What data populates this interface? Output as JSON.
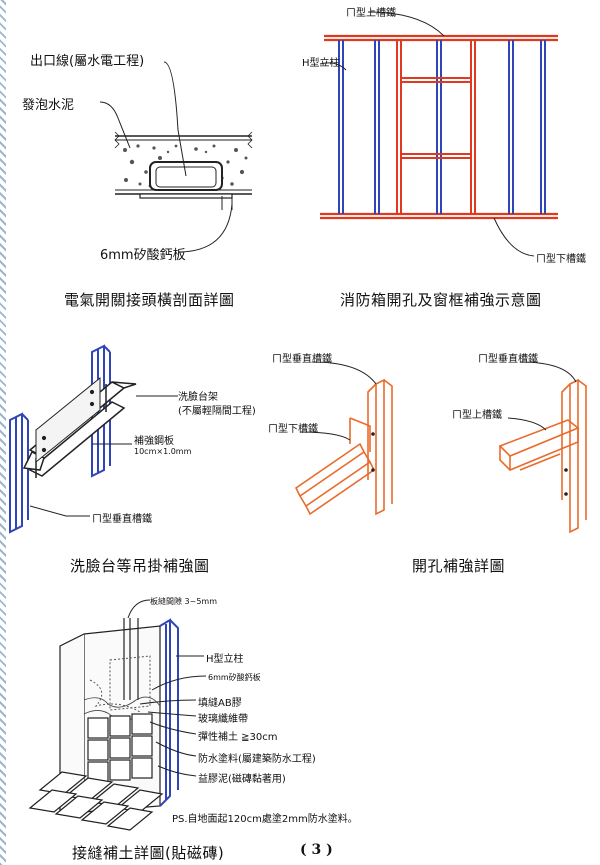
{
  "figures": [
    {
      "caption": "電氣開關接頭橫剖面詳圖",
      "labels": [
        "出口線(屬水電工程)",
        "發泡水泥",
        "6mm矽酸鈣板"
      ]
    },
    {
      "caption": "消防箱開孔及窗框補強示意圖",
      "labels": [
        "ㄇ型上槽鐵",
        "H型立柱",
        "ㄇ型下槽鐵"
      ]
    },
    {
      "caption": "洗臉台等吊掛補強圖",
      "labels": [
        "洗臉台架",
        "(不屬輕隔間工程)",
        "補強鋼板",
        "10cm×1.0mm",
        "ㄇ型垂直槽鐵"
      ]
    },
    {
      "caption": "開孔補強詳圖",
      "labels": [
        "ㄇ型垂直槽鐵",
        "ㄇ型下槽鐵",
        "ㄇ型垂直槽鐵",
        "ㄇ型上槽鐵"
      ]
    },
    {
      "caption": "接縫補土詳圖(貼磁磚)",
      "labels": [
        "板縫間隙 3~5mm",
        "H型立柱",
        "6mm矽酸鈣板",
        "填縫AB膠",
        "玻璃纖維帶",
        "彈性補土 ≧30cm",
        "防水塗料(屬建築防水工程)",
        "益膠泥(磁磚黏著用)"
      ],
      "note": "PS.自地面起120cm處塗2mm防水塗料。"
    }
  ],
  "page_number": "( 3 )",
  "colors": {
    "steel_blue": "#2f45b8",
    "steel_red": "#e0391f",
    "accent_orange": "#e96a2a",
    "line": "#222222"
  }
}
